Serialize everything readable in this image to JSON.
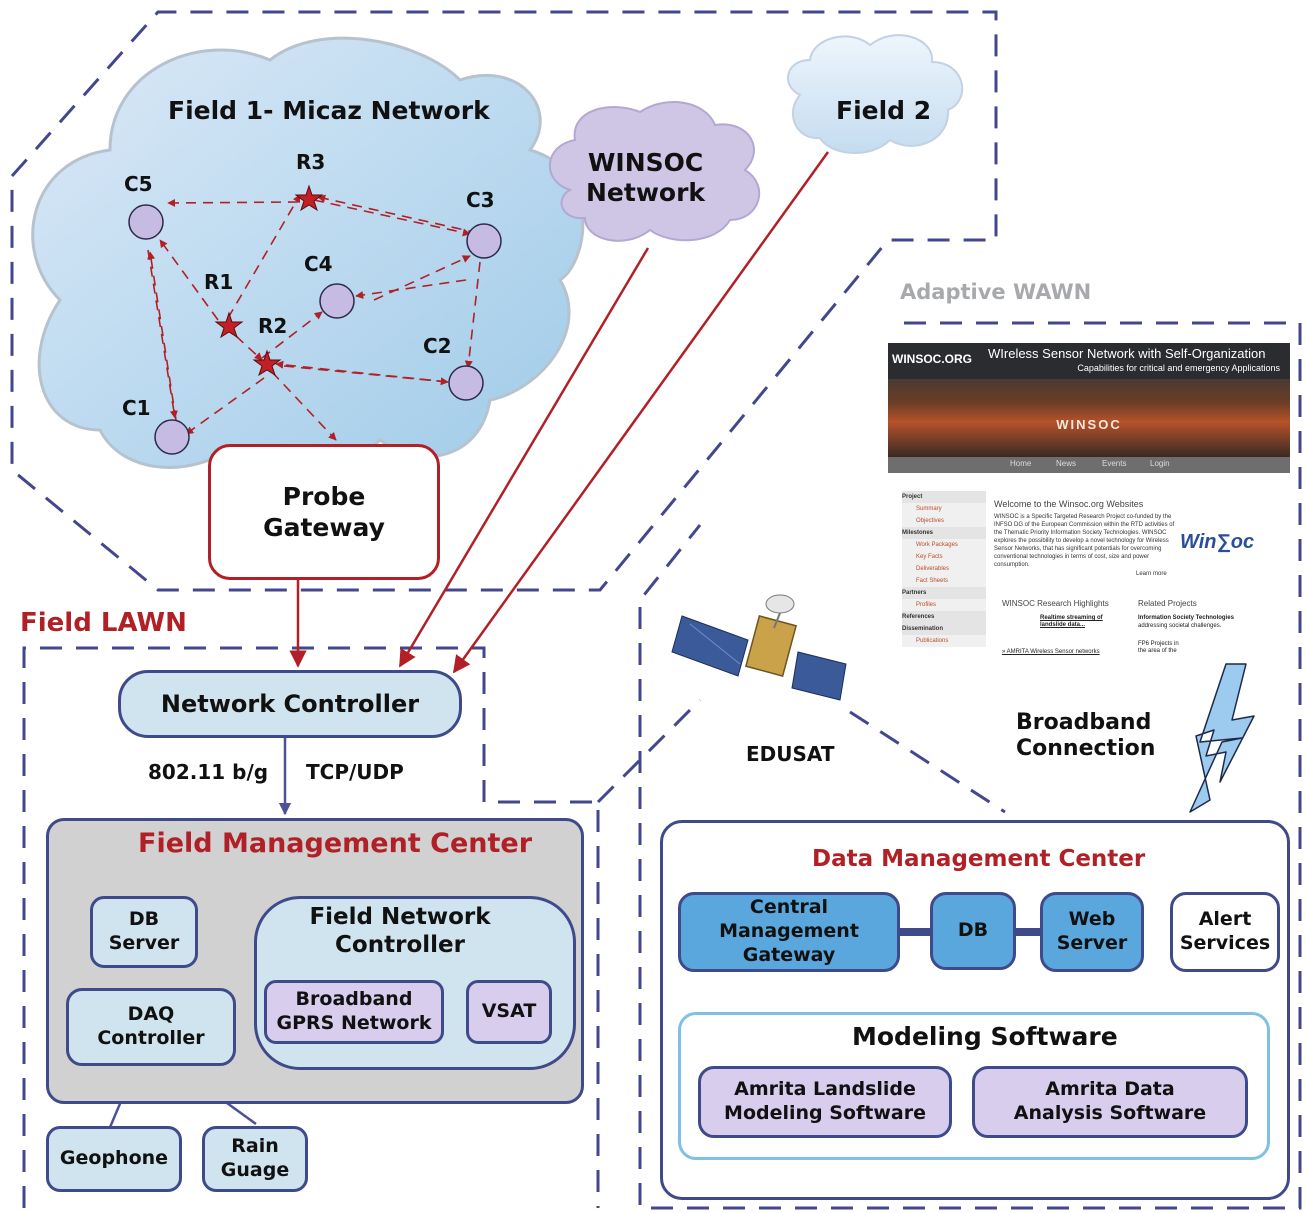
{
  "field1": {
    "title": "Field 1- Micaz Network",
    "nodes": [
      "C5",
      "R3",
      "C3",
      "R1",
      "C4",
      "R2",
      "C2",
      "C1"
    ]
  },
  "winsoc_net": {
    "line1": "WINSOC",
    "line2": "Network"
  },
  "field2": {
    "title": "Field 2"
  },
  "probe_gateway": {
    "line1": "Probe",
    "line2": "Gateway"
  },
  "adaptive_wawn": "Adaptive WAWN",
  "field_lawn": "Field LAWN",
  "network_controller": "Network Controller",
  "link_labels": {
    "wifi": "802.11 b/g",
    "protocol": "TCP/UDP"
  },
  "fmc": {
    "title": "Field Management Center",
    "db_server": {
      "line1": "DB",
      "line2": "Server"
    },
    "fnc": {
      "line1": "Field Network",
      "line2": "Controller"
    },
    "broadband": {
      "line1": "Broadband",
      "line2": "GPRS Network"
    },
    "vsat": "VSAT",
    "daq": {
      "line1": "DAQ",
      "line2": "Controller"
    }
  },
  "sensors": {
    "geophone": "Geophone",
    "rain": {
      "line1": "Rain",
      "line2": "Guage"
    }
  },
  "edusat": "EDUSAT",
  "broadband_connection": {
    "line1": "Broadband",
    "line2": "Connection"
  },
  "dmc": {
    "title": "Data Management Center",
    "cmg": {
      "line1": "Central Management",
      "line2": "Gateway"
    },
    "db": "DB",
    "web": {
      "line1": "Web",
      "line2": "Server"
    },
    "alert": {
      "line1": "Alert",
      "line2": "Services"
    },
    "modeling": {
      "title": "Modeling Software",
      "landslide": {
        "line1": "Amrita Landslide",
        "line2": "Modeling Software"
      },
      "analysis": {
        "line1": "Amrita Data",
        "line2": "Analysis Software"
      }
    }
  },
  "website": {
    "logo": "WINSOC.ORG",
    "title": "WIreless Sensor Network with Self-Organization",
    "subtitle": "Capabilities for critical and emergency Applications",
    "banner": "WINSOC",
    "nav": [
      "Home",
      "News",
      "Events",
      "Login"
    ],
    "sidebar": [
      {
        "text": "Project",
        "type": "h"
      },
      {
        "text": "Summary",
        "type": "s"
      },
      {
        "text": "Objectives",
        "type": "s"
      },
      {
        "text": "Milestones",
        "type": "h"
      },
      {
        "text": "Work Packages",
        "type": "s"
      },
      {
        "text": "Key Facts",
        "type": "s"
      },
      {
        "text": "Deliverables",
        "type": "s"
      },
      {
        "text": "Fact Sheets",
        "type": "s"
      },
      {
        "text": "Partners",
        "type": "h"
      },
      {
        "text": "Profiles",
        "type": "s"
      },
      {
        "text": "References",
        "type": "h"
      },
      {
        "text": "Dissemination",
        "type": "h"
      },
      {
        "text": "Publications",
        "type": "s"
      }
    ],
    "welcome": "Welcome to the Winsoc.org Websites",
    "paragraph": "WINSOC is a Specific Targeted Research Project co-funded by the INFSO DG of the European Commission within the RTD activities of the Thematic Priority Information Society Technologies. WINSOC explores the possibility to develop a novel technology for Wireless Sensor Networks, that has significant potentials for overcoming conventional technologies in terms of cost, size and power consumption.",
    "learn_more": "Learn more",
    "logo2": "Win∑oc",
    "highlights": "WINSOC Research Highlights",
    "related": "Related Projects",
    "realtime": "Realtime streaming of landslide data...",
    "amrita_link": "» AMRITA Wireless Sensor networks",
    "ist": "Information Society Technologies",
    "addressing": "addressing societal challenges.",
    "fp6": "FP6 Projects in the area of the"
  }
}
